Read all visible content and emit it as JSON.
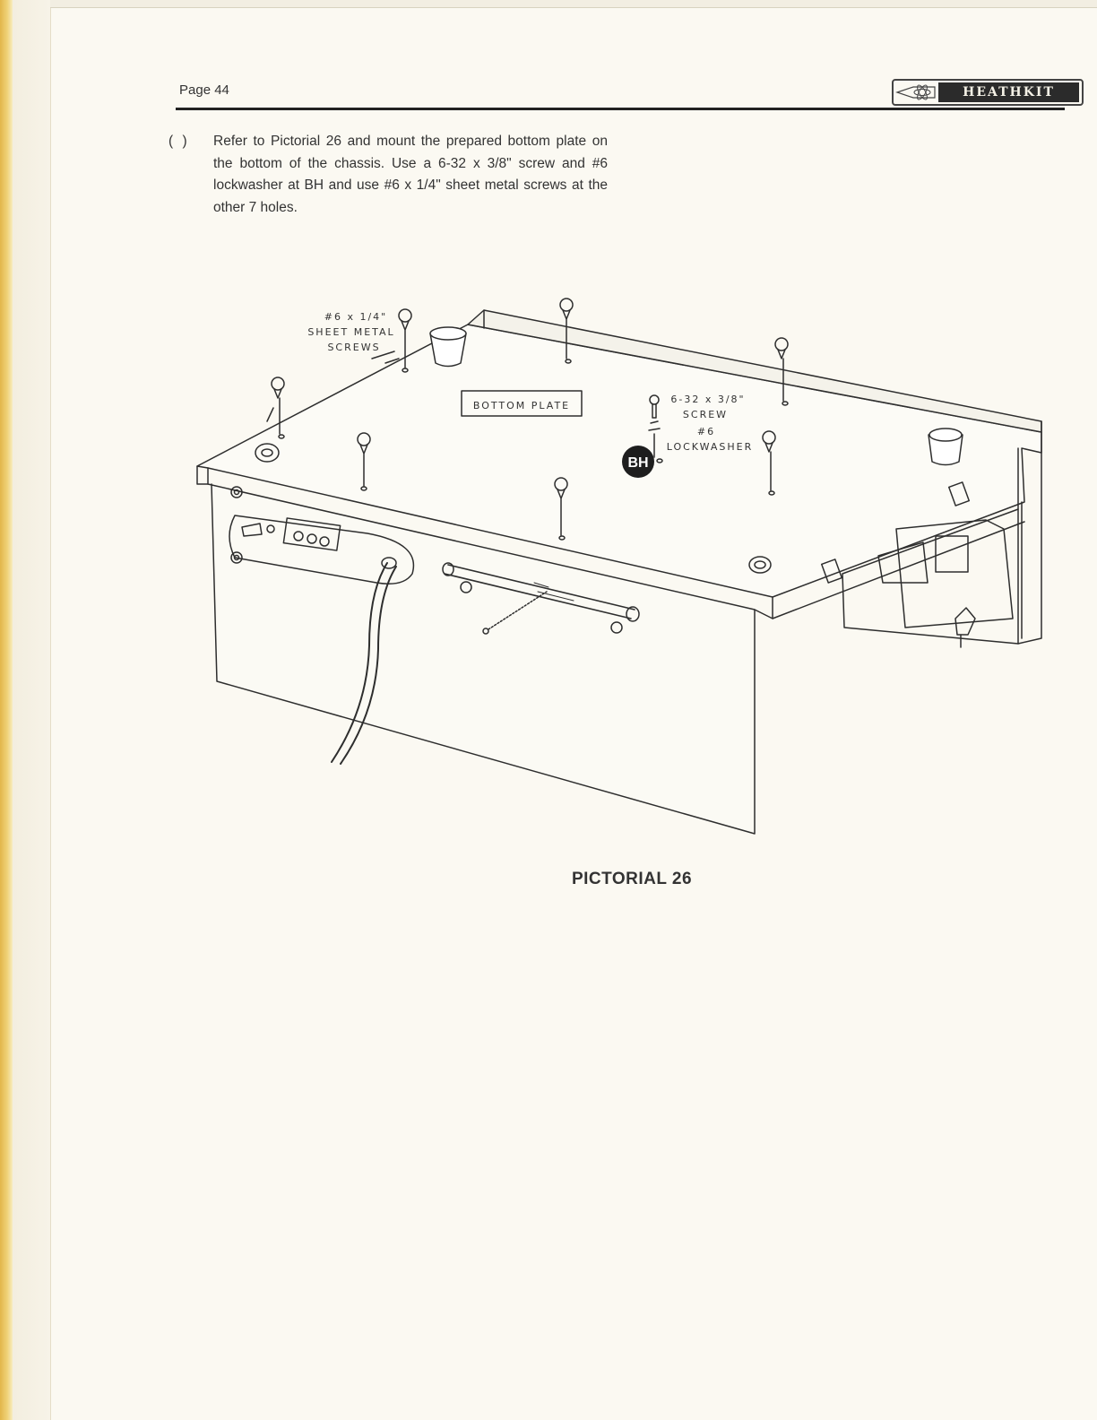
{
  "header": {
    "page_number": "Page 44",
    "brand": "HEATHKIT"
  },
  "step": {
    "checkbox": "( )",
    "text": "Refer to Pictorial 26 and mount the prepared bottom plate on the bottom of the chassis. Use a 6-32 x 3/8\" screw and #6 lockwasher at BH and use #6 x 1/4\" sheet metal screws at the other 7 holes."
  },
  "figure": {
    "labels": {
      "sheet_metal_line1": "#6 x 1/4\"",
      "sheet_metal_line2": "SHEET METAL",
      "sheet_metal_line3": "SCREWS",
      "bottom_plate": "BOTTOM PLATE",
      "screw_line1": "6-32 x 3/8\"",
      "screw_line2": "SCREW",
      "lockwasher_line1": "#6",
      "lockwasher_line2": "LOCKWASHER",
      "bh_callout": "BH"
    },
    "caption": "PICTORIAL 26"
  }
}
